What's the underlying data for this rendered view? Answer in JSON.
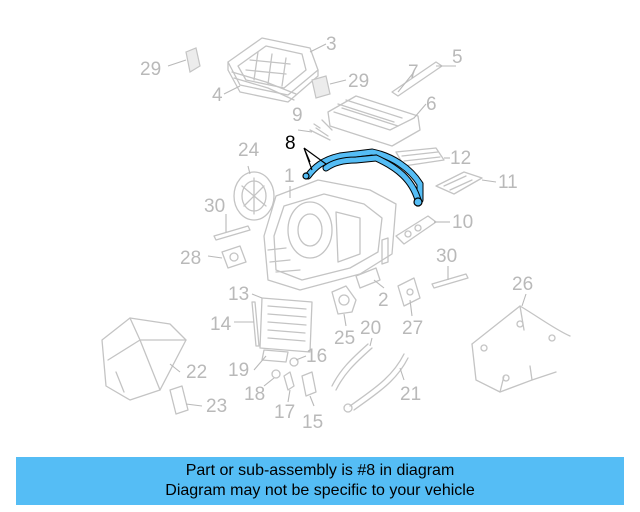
{
  "diagram": {
    "callouts": {
      "c1": "1",
      "c2": "2",
      "c3": "3",
      "c4": "4",
      "c5": "5",
      "c6": "6",
      "c7": "7",
      "c8": "8",
      "c9": "9",
      "c10": "10",
      "c11": "11",
      "c12": "12",
      "c13": "13",
      "c14": "14",
      "c15": "15",
      "c16": "16",
      "c17": "17",
      "c18": "18",
      "c19": "19",
      "c20": "20",
      "c21": "21",
      "c22": "22",
      "c23": "23",
      "c24": "24",
      "c25": "25",
      "c26": "26",
      "c27": "27",
      "c28": "28",
      "c29a": "29",
      "c29b": "29",
      "c30a": "30",
      "c30b": "30"
    },
    "highlight_color": "#55bdf5",
    "highlighted_part": "8"
  },
  "banner": {
    "line1": "Part or sub-assembly is #8 in diagram",
    "line2": "Diagram may not be specific to your vehicle",
    "color": "#55bdf5"
  }
}
